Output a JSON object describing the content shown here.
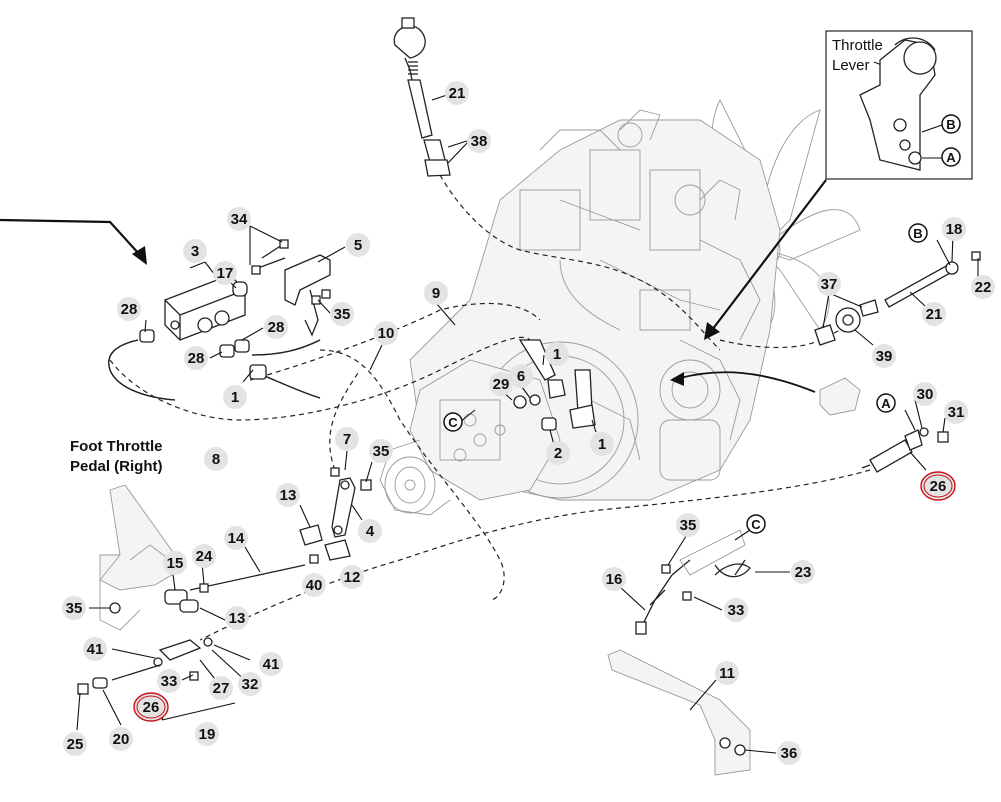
{
  "labels": {
    "foot_pedal_line1": "Foot Throttle",
    "foot_pedal_line2": "Pedal (Right)",
    "throttle_lever_line1": "Throttle",
    "throttle_lever_line2": "Lever"
  },
  "letters": {
    "a": "A",
    "b": "B",
    "c": "C"
  },
  "callouts": {
    "c1a": "1",
    "c1b": "1",
    "c1c": "1",
    "c2": "2",
    "c3": "3",
    "c4": "4",
    "c5": "5",
    "c6": "6",
    "c7": "7",
    "c8": "8",
    "c9": "9",
    "c10": "10",
    "c11": "11",
    "c12": "12",
    "c13a": "13",
    "c13b": "13",
    "c14": "14",
    "c15": "15",
    "c16": "16",
    "c17": "17",
    "c18": "18",
    "c19": "19",
    "c20": "20",
    "c21a": "21",
    "c21b": "21",
    "c22": "22",
    "c23": "23",
    "c24": "24",
    "c25": "25",
    "c26a": "26",
    "c26b": "26",
    "c27": "27",
    "c28a": "28",
    "c28b": "28",
    "c28c": "28",
    "c29": "29",
    "c30": "30",
    "c31": "31",
    "c32": "32",
    "c33a": "33",
    "c33b": "33",
    "c34": "34",
    "c35a": "35",
    "c35b": "35",
    "c35c": "35",
    "c35d": "35",
    "c36": "36",
    "c37": "37",
    "c38": "38",
    "c39": "39",
    "c40": "40",
    "c41a": "41",
    "c41b": "41"
  },
  "colors": {
    "highlight_ring": "#c8121b",
    "callout_fill": "#e3e3e3"
  }
}
